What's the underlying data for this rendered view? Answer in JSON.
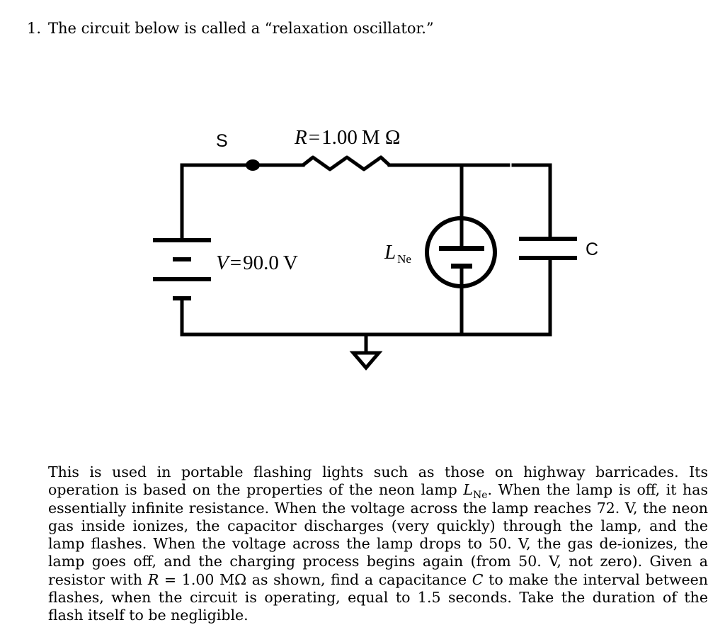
{
  "problem": {
    "number": "1.",
    "intro": "The circuit below is called a “relaxation oscillator.”"
  },
  "circuit": {
    "switch_label": "S",
    "resistor": {
      "symbol": "R",
      "equals": "=",
      "value": "1.00",
      "unit": "M Ω"
    },
    "battery": {
      "symbol": "V",
      "equals": "=",
      "value": "90.0",
      "unit": "V"
    },
    "lamp": {
      "symbol": "L",
      "subscript": "Ne"
    },
    "capacitor_label": "C"
  },
  "description": {
    "p1": "This is used in portable flashing lights such as those on highway barricades. Its operation is based on the properties of the neon lamp ",
    "lamp_sym": "L",
    "lamp_sub": "Ne",
    "p2": ". When the lamp is off, it has essentially infinite resistance. When the voltage across the lamp reaches 72. V, the neon gas inside ionizes, the capacitor discharges (very quickly) through the lamp, and the lamp flashes. When the voltage across the lamp drops to 50. V, the gas de-ionizes, the lamp goes off, and the charging process begins again (from 50. V, not zero). Given a resistor with ",
    "r_sym": "R",
    "p3": " = 1.00 MΩ as shown, find a capacitance ",
    "c_sym": "C",
    "p4": " to make the interval between flashes, when the circuit is operating, equal to 1.5 seconds. Take the duration of the flash itself to be negligible."
  }
}
